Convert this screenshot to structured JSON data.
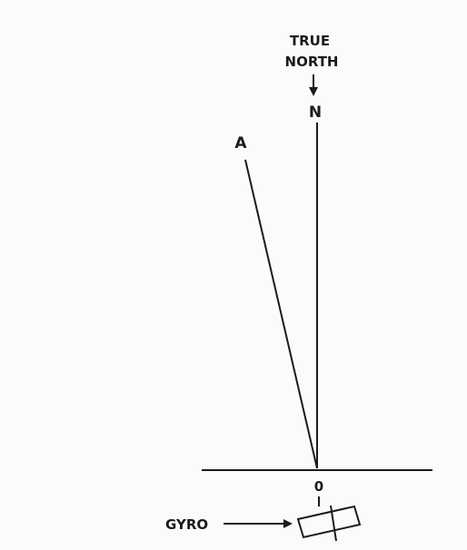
{
  "labels": {
    "true_north_line1": "TRUE",
    "true_north_line2": "NORTH",
    "north_point": "N",
    "point_a": "A",
    "origin": "0",
    "gyro": "GYRO"
  },
  "colors": {
    "ink": "#1b1b1b",
    "background": "#fbfbf9"
  }
}
